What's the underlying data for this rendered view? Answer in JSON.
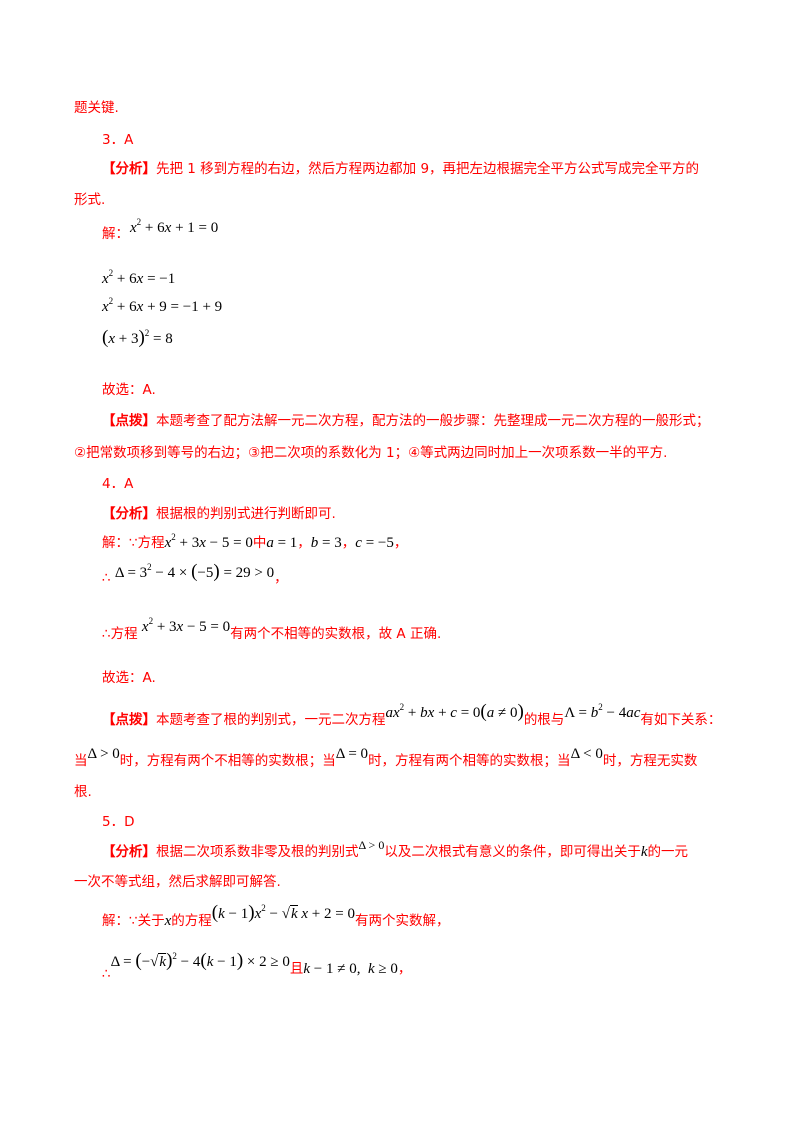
{
  "document": {
    "text_color": "#ff0000",
    "math_color": "#000000",
    "lines": {
      "l01": "题关键.",
      "q3_header": "3．A",
      "q3_analysis_tag": "【分析】",
      "q3_analysis_text": "先把 1 移到方程的右边，然后方程两边都加 9，再把左边根据完全平方公式写成完全平方的",
      "q3_analysis_text2": "形式.",
      "q3_solve_label": "解：",
      "q3_eq1": "x² + 6x + 1 = 0",
      "q3_eq2": "x² + 6x = −1",
      "q3_eq3": "x² + 6x + 9 = −1 + 9",
      "q3_eq4": "(x + 3)² = 8",
      "q3_choice": "故选：A.",
      "q3_tip_tag": "【点拨】",
      "q3_tip_text": "本题考查了配方法解一元二次方程，配方法的一般步骤：先整理成一元二次方程的一般形式；",
      "q3_tip_text2": "②把常数项移到等号的右边；③把二次项的系数化为 1；④等式两边同时加上一次项系数一半的平方.",
      "q4_header": "4．A",
      "q4_analysis_tag": "【分析】",
      "q4_analysis_text": "根据根的判别式进行判断即可.",
      "q4_solve_prefix": "解：∵方程",
      "q4_eq_main": "x² + 3x − 5 = 0",
      "q4_mid": "中",
      "q4_a": "a = 1",
      "q4_b": "b = 3",
      "q4_c": "c = −5",
      "q4_sep": "，",
      "q4_therefore": "∴",
      "q4_delta": "Δ = 3² − 4 × (−5) = 29 > 0",
      "q4_conclusion_prefix": "∴方程",
      "q4_conclusion_eq": "x² + 3x − 5 = 0",
      "q4_conclusion_text": "有两个不相等的实数根，故 A 正确.",
      "q4_choice": "故选：A.",
      "q4_tip_tag": "【点拨】",
      "q4_tip_text1": "本题考查了根的判别式，一元二次方程",
      "q4_tip_eq": "ax² + bx + c = 0 (a ≠ 0)",
      "q4_tip_text2": "的根与",
      "q4_tip_delta": "Δ = b² − 4ac",
      "q4_tip_text3": "有如下关系：",
      "q4_case_when": "当",
      "q4_case1_cond": "Δ > 0",
      "q4_case1_text": "时，方程有两个不相等的实数根；当",
      "q4_case2_cond": "Δ = 0",
      "q4_case2_text": "时，方程有两个相等的实数根；当",
      "q4_case3_cond": "Δ < 0",
      "q4_case3_text": "时，方程无实数",
      "q4_case_end": "根.",
      "q5_header": "5．D",
      "q5_analysis_tag": "【分析】",
      "q5_analysis_text1": "根据二次项系数非零及根的判别式",
      "q5_analysis_delta": "Δ > 0",
      "q5_analysis_text2": "以及二次根式有意义的条件，即可得出关于",
      "q5_analysis_k": "k",
      "q5_analysis_text3": "的一元",
      "q5_analysis_text4": "一次不等式组，然后求解即可解答.",
      "q5_solve_prefix": "解：∵关于",
      "q5_x": "x",
      "q5_solve_mid": "的方程",
      "q5_eq": "(k − 1)x² − √k x + 2 = 0",
      "q5_solve_text": "有两个实数解，",
      "q5_therefore": "∴",
      "q5_delta": "Δ = (−√k)² − 4(k − 1) × 2 ≥ 0",
      "q5_and": "且",
      "q5_cond": "k − 1 ≠ 0，k ≥ 0",
      "q5_end": "，"
    }
  }
}
